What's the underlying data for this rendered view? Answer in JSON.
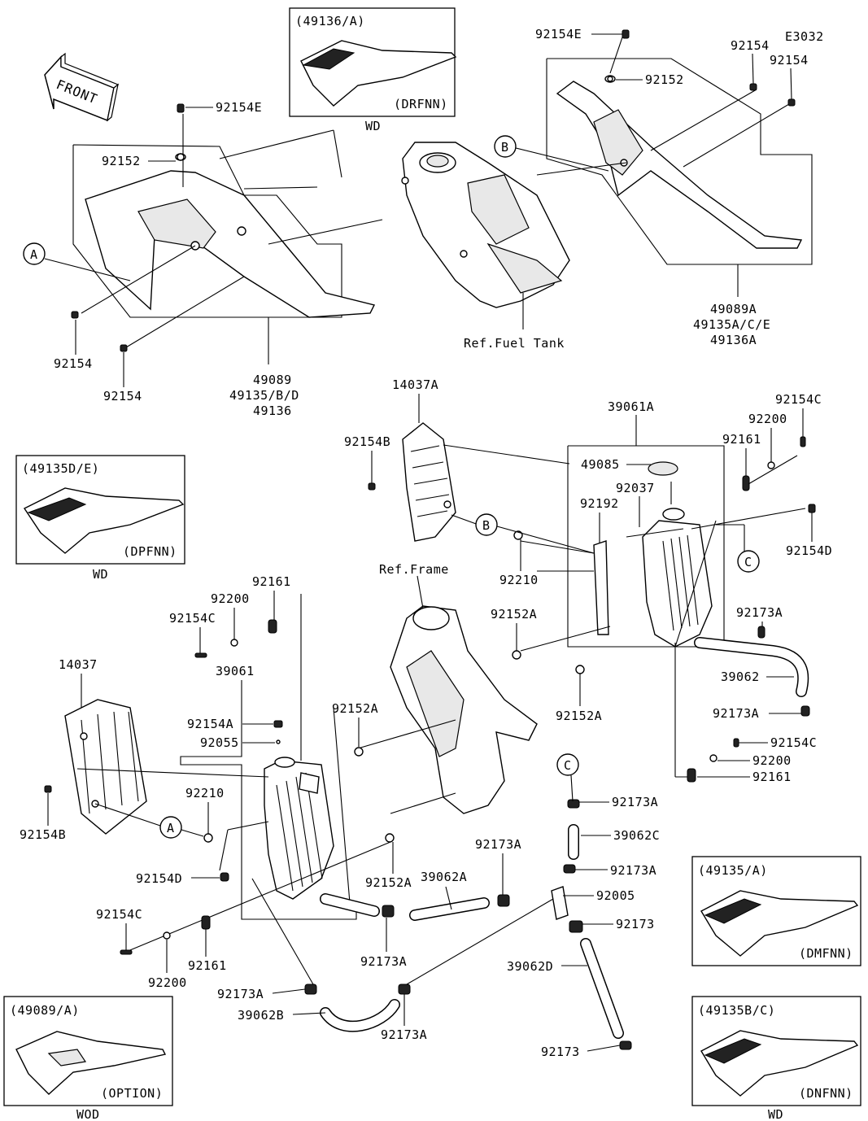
{
  "diagram": {
    "code": "E3032",
    "front_label": "FRONT",
    "callouts": [
      "A",
      "B",
      "B",
      "C",
      "C",
      "A"
    ],
    "references": {
      "fuel_tank": "Ref.Fuel Tank",
      "frame": "Ref.Frame"
    },
    "labels": {
      "p92154E_a": "92154E",
      "p92152_a": "92152",
      "p92154_a": "92154",
      "p92154_b": "92154",
      "p92154E_b": "92154E",
      "p92152_b": "92152",
      "p92154_c": "92154",
      "p92154_d": "92154",
      "group_left_1": "49089",
      "group_left_2": "49135/B/D",
      "group_left_3": "49136",
      "group_right_1": "49089A",
      "group_right_2": "49135A/C/E",
      "group_right_3": "49136A",
      "p14037A": "14037A",
      "p92154B_a": "92154B",
      "p92210_a": "92210",
      "p39061A": "39061A",
      "p49085": "49085",
      "p92037": "92037",
      "p92192": "92192",
      "p92154C_a": "92154C",
      "p92200_a": "92200",
      "p92161_a": "92161",
      "p92154D_a": "92154D",
      "p92173A_a": "92173A",
      "p39062": "39062",
      "p92173A_b": "92173A",
      "p92154C_b": "92154C",
      "p92200_b": "92200",
      "p92161_b": "92161",
      "p92152A_a": "92152A",
      "p92152A_b": "92152A",
      "p92161_c": "92161",
      "p92200_c": "92200",
      "p92154C_c": "92154C",
      "p14037": "14037",
      "p39061": "39061",
      "p92154A": "92154A",
      "p92055": "92055",
      "p92152A_c": "92152A",
      "p92210_b": "92210",
      "p92154B_b": "92154B",
      "p92154D_b": "92154D",
      "p92152A_d": "92152A",
      "p39062A": "39062A",
      "p92173A_c": "92173A",
      "p92173A_d": "92173A",
      "p39062C": "39062C",
      "p92173A_e": "92173A",
      "p92005": "92005",
      "p92173_a": "92173",
      "p39062D": "39062D",
      "p92173_b": "92173",
      "p92154C_d": "92154C",
      "p92200_d": "92200",
      "p92161_d": "92161",
      "p92173A_f": "92173A",
      "p92173A_g": "92173A",
      "p39062B": "39062B",
      "p92173A_h": "92173A"
    },
    "insets": [
      {
        "code": "(49136/A)",
        "variant": "(DRFNN)",
        "market": "WD"
      },
      {
        "code": "(49135D/E)",
        "variant": "(DPFNN)",
        "market": "WD"
      },
      {
        "code": "(49135/A)",
        "variant": "(DMFNN)",
        "market": ""
      },
      {
        "code": "(49135B/C)",
        "variant": "(DNFNN)",
        "market": "WD"
      },
      {
        "code": "(49089/A)",
        "variant": "(OPTION)",
        "market": "WOD"
      }
    ]
  }
}
